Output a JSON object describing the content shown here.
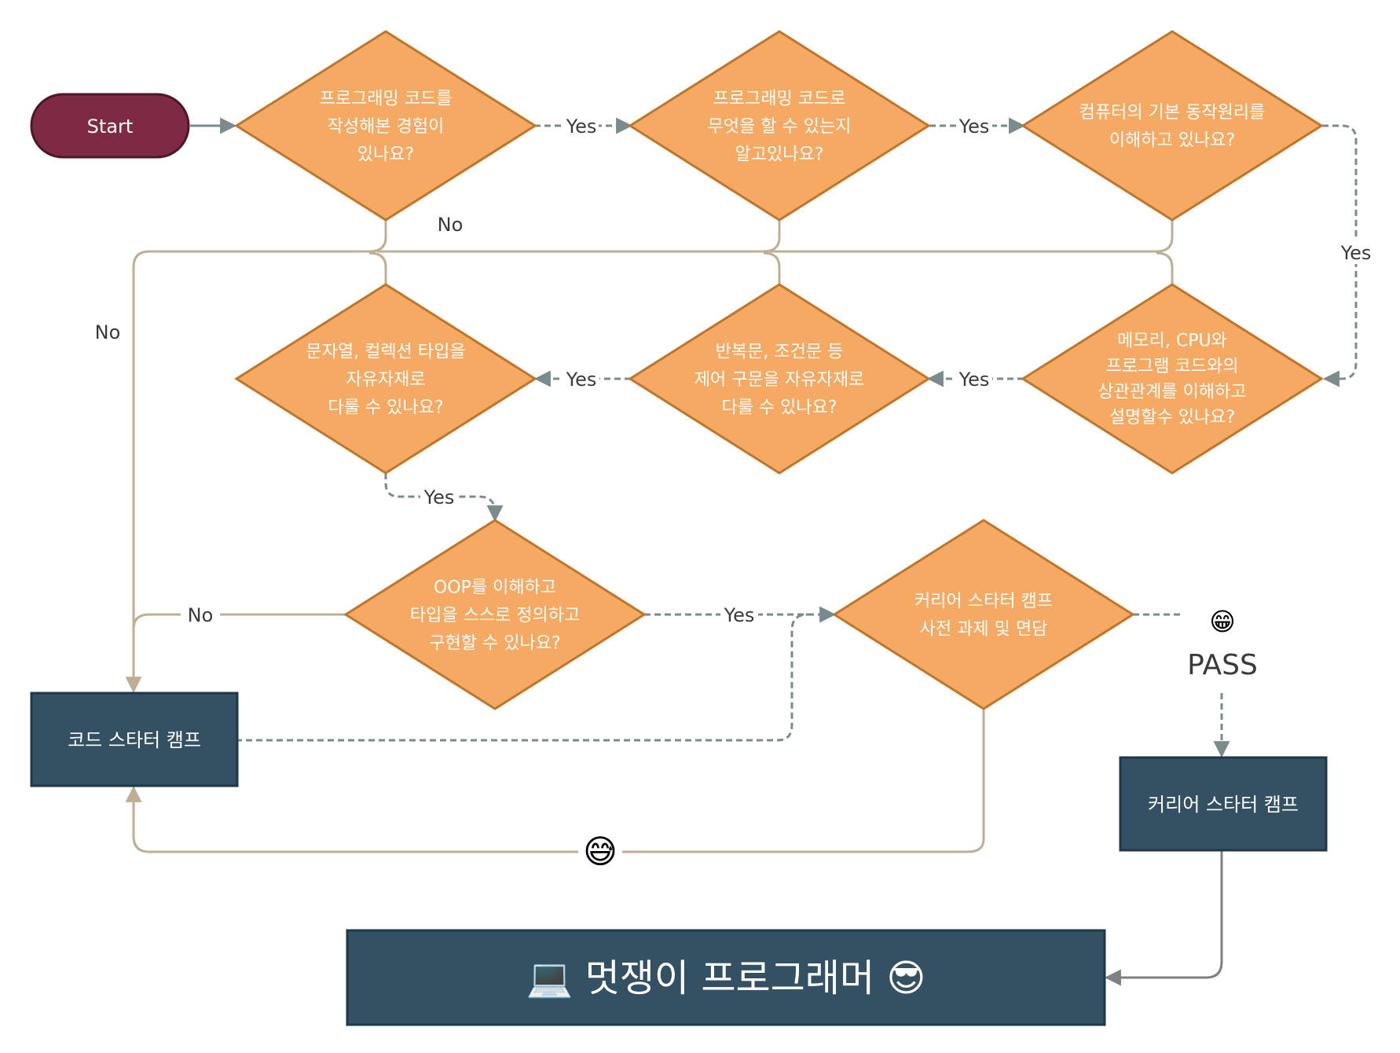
{
  "nodes": {
    "start": "Start",
    "q1": [
      "프로그래밍 코드를",
      "작성해본 경험이",
      "있나요?"
    ],
    "q2": [
      "프로그래밍 코드로",
      "무엇을 할 수 있는지",
      "알고있나요?"
    ],
    "q3": [
      "컴퓨터의 기본 동작원리를",
      "이해하고 있나요?"
    ],
    "q4": [
      "메모리, CPU와",
      "프로그램 코드와의",
      "상관관계를 이해하고",
      "설명할수 있나요?"
    ],
    "q5": [
      "반복문, 조건문 등",
      "제어 구문을 자유자재로",
      "다룰 수 있나요?"
    ],
    "q6": [
      "문자열, 컬렉션 타입을",
      "자유자재로",
      "다룰 수 있나요?"
    ],
    "q7": [
      "OOP를 이해하고",
      "타입을 스스로 정의하고",
      "구현할 수 있나요?"
    ],
    "q8": [
      "커리어 스타터 캠프",
      "사전 과제 및 면담"
    ],
    "code_camp": "코드 스타터 캠프",
    "career_camp": "커리어 스타터 캠프",
    "final": "💻 멋쟁이 프로그래머 😎"
  },
  "labels": {
    "yes": "Yes",
    "no": "No",
    "pass": "PASS",
    "pass_emoji": "😁",
    "fail_emoji": "😅"
  },
  "colors": {
    "start_fill": "#7f2a45",
    "diamond_fill": "#f5a962",
    "diamond_stroke": "#c0762a",
    "box_fill": "#335163",
    "box_stroke": "#1f3847",
    "no_line": "#c0ae94",
    "yes_line": "#7a8b8e",
    "solid_line": "#808080"
  }
}
